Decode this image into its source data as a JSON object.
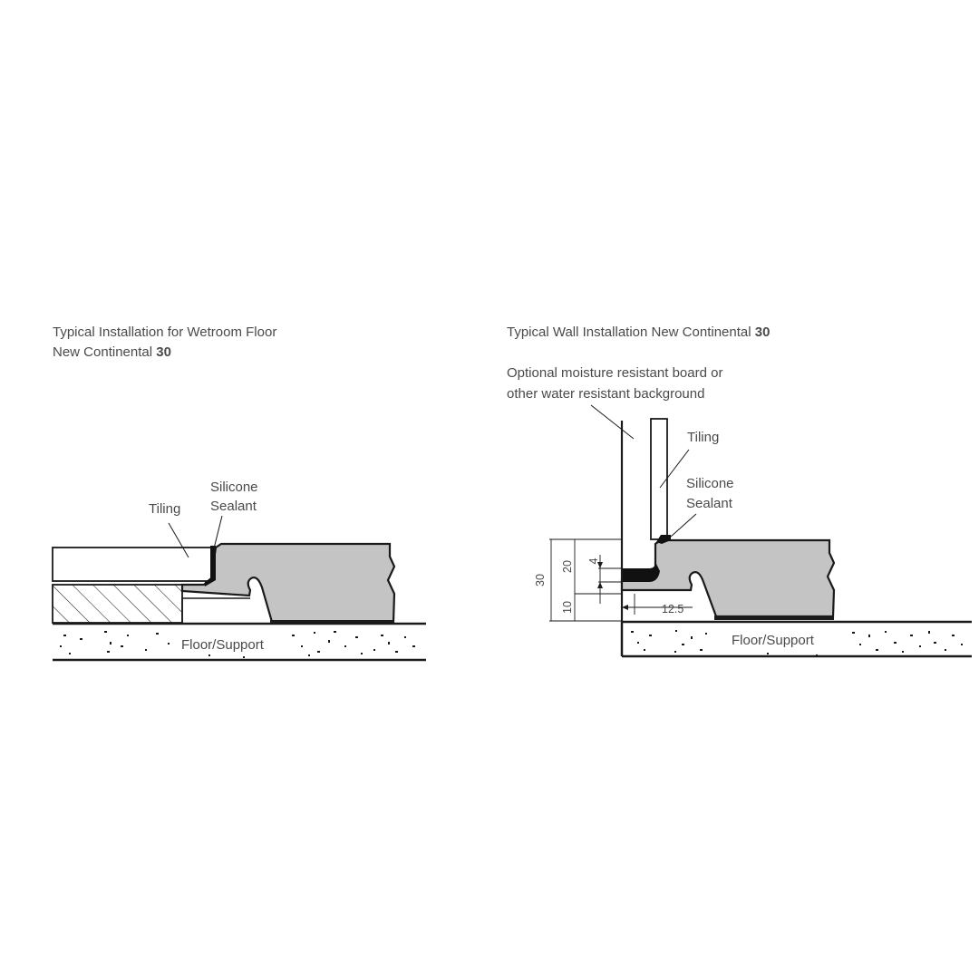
{
  "left_panel": {
    "title_line1": "Typical Installation for Wetroom Floor",
    "title_line2_prefix": "New Continental ",
    "title_line2_model": "30",
    "labels": {
      "tiling": "Tiling",
      "silicone": "Silicone",
      "sealant": "Sealant",
      "floor": "Floor/Support"
    }
  },
  "right_panel": {
    "title_prefix": "Typical Wall Installation New Continental ",
    "title_model": "30",
    "note_line1": "Optional moisture resistant board or",
    "note_line2": "other water resistant background",
    "labels": {
      "tiling": "Tiling",
      "silicone": "Silicone",
      "sealant": "Sealant",
      "floor": "Floor/Support"
    },
    "dimensions": {
      "total_height": "30",
      "upper_height": "20",
      "lower_height": "10",
      "gap": "4",
      "offset": "12.5"
    }
  },
  "colors": {
    "tray_fill": "#c4c4c4",
    "line": "#1a1a1a",
    "text": "#4a4a4a",
    "sealant": "#111111"
  }
}
